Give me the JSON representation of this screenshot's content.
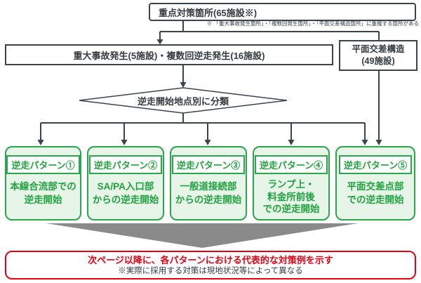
{
  "colors": {
    "line": "#39444e",
    "green": "#2aa64d",
    "green_bg": "#e7f5e9",
    "red": "#e60012",
    "funnel_gray": "#8a8a8a"
  },
  "top_box": {
    "label": "重点対策箇所(65施設※)"
  },
  "note": "※ 「重大事故発生箇所」・「複数回発生箇所」・「平面交差構造箇所」に重複する箇所がある",
  "second_row": {
    "left_box": "重大事故発生(5施設)・複数回逆走発生(16施設)",
    "right_box": "平面交差構造\n(49施設)"
  },
  "decision": {
    "label": "逆走開始地点別に分類"
  },
  "patterns": [
    {
      "title": "逆走パターン①",
      "body": "本線合流部での\n逆走開始"
    },
    {
      "title": "逆走パターン②",
      "body": "SA/PA入口部\nからの逆走開始"
    },
    {
      "title": "逆走パターン③",
      "body": "一般道接続部\nからの逆走開始"
    },
    {
      "title": "逆走パターン④",
      "body": "ランプ上・\n料金所前後\nでの逆走開始"
    },
    {
      "title": "逆走パターン⑤",
      "body": "平面交差点部\nでの逆走開始"
    }
  ],
  "footer": {
    "line1": "次ページ以降に、各パターンにおける代表的な対策例を示す",
    "line2": "※実際に採用する対策は現地状況等によって異なる"
  }
}
